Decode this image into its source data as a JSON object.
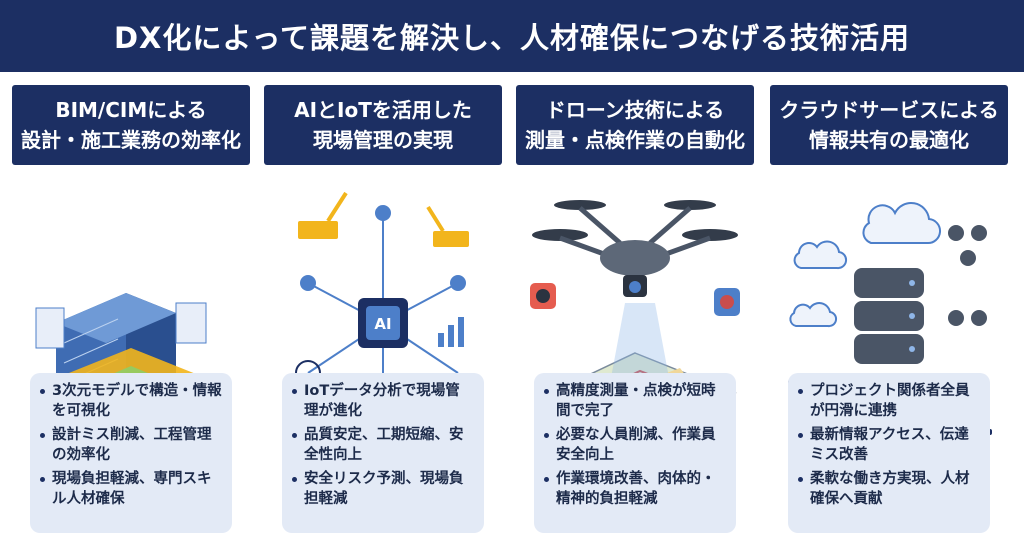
{
  "banner": {
    "title": "DX化によって課題を解決し、人材確保につなげる技術活用"
  },
  "columns": [
    {
      "heading": [
        "BIM/CIMによる",
        "設計・施工業務の効率化"
      ],
      "bullets": [
        "3次元モデルで構造・情報を可視化",
        "設計ミス削減、工程管理の効率化",
        "現場負担軽減、専門スキル人材確保"
      ]
    },
    {
      "heading": [
        "AIとIoTを活用した",
        "現場管理の実現"
      ],
      "bullets": [
        "IoTデータ分析で現場管理が進化",
        "品質安定、工期短縮、安全性向上",
        "安全リスク予測、現場負担軽減"
      ]
    },
    {
      "heading": [
        "ドローン技術による",
        "測量・点検作業の自動化"
      ],
      "bullets": [
        "高精度測量・点検が短時間で完了",
        "必要な人員削減、作業員安全向上",
        "作業環境改善、肉体的・精神的負担軽減"
      ]
    },
    {
      "heading": [
        "クラウドサービスによる",
        "情報共有の最適化"
      ],
      "bullets": [
        "プロジェクト関係者全員が円滑に連携",
        "最新情報アクセス、伝達ミス改善",
        "柔軟な働き方実現、人材確保へ貢献"
      ]
    }
  ],
  "illustrations": {
    "ai_chip_label": "AI"
  },
  "colors": {
    "navy": "#1c2f63",
    "box": "#e3eaf6",
    "accent_blue": "#4d7fc9",
    "accent_yellow": "#f2b51c"
  }
}
